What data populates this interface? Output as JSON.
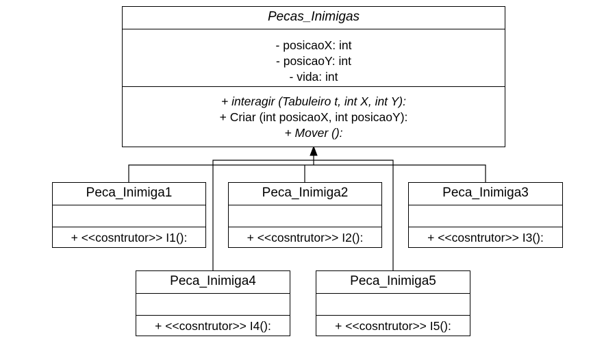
{
  "diagram": {
    "parent": {
      "name": "Pecas_Inimigas",
      "attributes": [
        "- posicaoX: int",
        "- posicaoY: int",
        "- vida: int"
      ],
      "methods": [
        {
          "text": "+ interagir (Tabuleiro t, int X, int Y):",
          "italic": true
        },
        {
          "text": "+ Criar (int posicaoX, int posicaoY):",
          "italic": false
        },
        {
          "text": "+ Mover ():",
          "italic": true
        }
      ]
    },
    "children": [
      {
        "name": "Peca_Inimiga1",
        "method": "+ <<cosntrutor>> I1():"
      },
      {
        "name": "Peca_Inimiga2",
        "method": "+ <<cosntrutor>> I2():"
      },
      {
        "name": "Peca_Inimiga3",
        "method": "+ <<cosntrutor>> I3():"
      },
      {
        "name": "Peca_Inimiga4",
        "method": "+ <<cosntrutor>> I4():"
      },
      {
        "name": "Peca_Inimiga5",
        "method": "+ <<cosntrutor>> I5():"
      }
    ]
  }
}
